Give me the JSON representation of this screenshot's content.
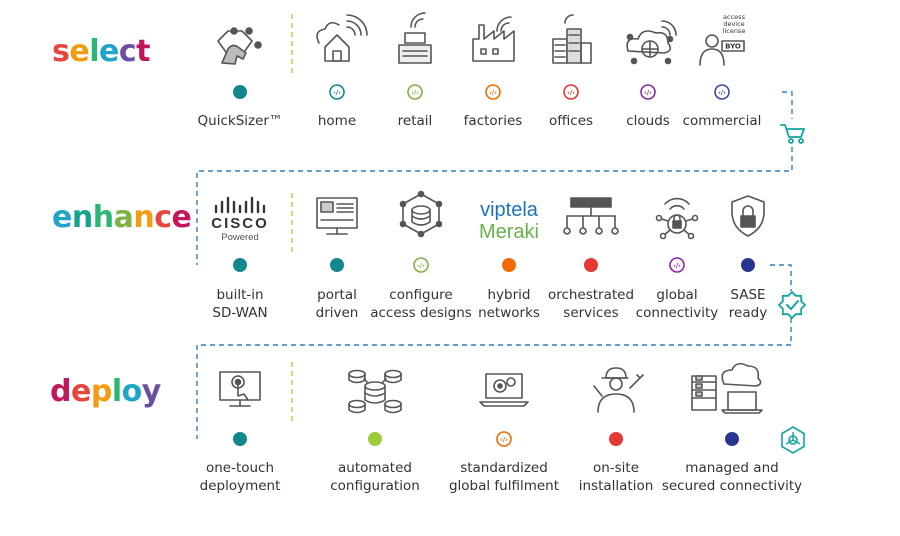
{
  "stages": [
    {
      "id": "select",
      "title": "select",
      "title_colors": [
        "#e8453c",
        "#f39c12",
        "#2bb673",
        "#1fa5c9",
        "#6a4fa3",
        "#c2185b"
      ],
      "items": [
        {
          "label": [
            "QuickSizer™"
          ],
          "icon": "gear-hand-icon",
          "dot": "filled",
          "color": "#12888e"
        },
        {
          "label": [
            "home"
          ],
          "icon": "home-cloud-icon",
          "dot": "ring",
          "color": "#12888e"
        },
        {
          "label": [
            "retail"
          ],
          "icon": "cash-register-icon",
          "dot": "ring",
          "color": "#7cb342"
        },
        {
          "label": [
            "factories"
          ],
          "icon": "factory-icon",
          "dot": "ring",
          "color": "#ef6c00"
        },
        {
          "label": [
            "offices"
          ],
          "icon": "office-buildings-icon",
          "dot": "ring",
          "color": "#e53935"
        },
        {
          "label": [
            "clouds"
          ],
          "icon": "cloud-network-icon",
          "dot": "ring",
          "color": "#8e24aa"
        },
        {
          "label": [
            "commercial"
          ],
          "icon": "byo-person-icon",
          "dot": "ring",
          "color": "#3949ab"
        }
      ],
      "sign_text": [
        "access",
        "device",
        "license",
        "BYO"
      ]
    },
    {
      "id": "enhance",
      "title": "enhance",
      "title_colors": [
        "#1fa5c9",
        "#14a38b",
        "#2bb673",
        "#7cb342",
        "#f39c12",
        "#e8453c",
        "#c2185b"
      ],
      "items": [
        {
          "label": [
            "built-in",
            "SD-WAN"
          ],
          "icon": "cisco-logo",
          "dot": "filled",
          "color": "#12888e"
        },
        {
          "label": [
            "portal",
            "driven"
          ],
          "icon": "monitor-portal-icon",
          "dot": "filled",
          "color": "#12888e"
        },
        {
          "label": [
            "configure",
            "access designs"
          ],
          "icon": "database-network-icon",
          "dot": "ring",
          "color": "#7cb342"
        },
        {
          "label": [
            "hybrid",
            "networks"
          ],
          "icon": "viptela-meraki-logo",
          "dot": "filled",
          "color": "#ef6c00"
        },
        {
          "label": [
            "orchestrated",
            "services"
          ],
          "icon": "network-hierarchy-icon",
          "dot": "filled",
          "color": "#e53935"
        },
        {
          "label": [
            "global",
            "connectivity"
          ],
          "icon": "wireless-lock-icon",
          "dot": "ring",
          "color": "#8e24aa"
        },
        {
          "label": [
            "SASE",
            "ready"
          ],
          "icon": "shield-lock-icon",
          "dot": "filled",
          "color": "#283593"
        }
      ],
      "cisco_text": "CISCO",
      "cisco_sub": "Powered",
      "viptela_text": "viptela",
      "meraki_text": "Meraki"
    },
    {
      "id": "deploy",
      "title": "deploy",
      "title_colors": [
        "#c2185b",
        "#e8453c",
        "#f39c12",
        "#2bb673",
        "#1fa5c9",
        "#6a4fa3"
      ],
      "items": [
        {
          "label": [
            "one-touch",
            "deployment"
          ],
          "icon": "touch-monitor-icon",
          "dot": "filled",
          "color": "#12888e"
        },
        {
          "label": [
            "automated",
            "configuration"
          ],
          "icon": "database-cluster-icon",
          "dot": "filled",
          "color": "#9ccc3d"
        },
        {
          "label": [
            "standardized",
            "global fulfilment"
          ],
          "icon": "laptop-gears-icon",
          "dot": "ring",
          "color": "#ef6c00"
        },
        {
          "label": [
            "on-site",
            "installation"
          ],
          "icon": "technician-icon",
          "dot": "filled",
          "color": "#e53935"
        },
        {
          "label": [
            "managed and",
            "secured connectivity"
          ],
          "icon": "server-cloud-laptop-icon",
          "dot": "filled",
          "color": "#283593"
        }
      ]
    }
  ],
  "connectors": {
    "cart": "cart-icon",
    "badge": "check-badge-icon",
    "network": "network-hex-icon"
  },
  "colors": {
    "gradient": [
      "#12888e",
      "#7cb342",
      "#ef6c00",
      "#e53935",
      "#8e24aa",
      "#3949ab"
    ],
    "icon": "#555555",
    "dash": "#2f7fc1",
    "teal": "#12a3a3",
    "viptela": "#1e73be",
    "meraki": "#67b346"
  }
}
